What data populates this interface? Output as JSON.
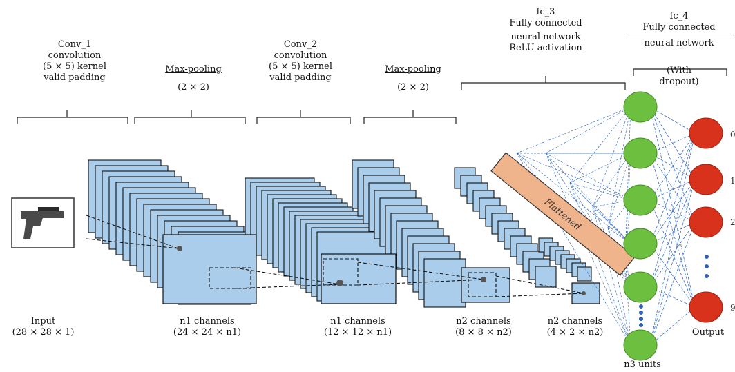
{
  "stages": {
    "conv1": {
      "title": "Conv_1",
      "line1": "convolution",
      "line2": "(5 × 5) kernel",
      "line3": "valid padding"
    },
    "pool1": {
      "title": "Max-pooling",
      "line1": "(2 × 2)"
    },
    "conv2": {
      "title": "Conv_2",
      "line1": "convolution",
      "line2": "(5 × 5) kernel",
      "line3": "valid padding"
    },
    "pool2": {
      "title": "Max-pooling",
      "line1": "(2 × 2)"
    },
    "fc3": {
      "title": "fc_3",
      "line1": "Fully connected",
      "line2": "neural network",
      "line3": "ReLU activation"
    },
    "fc4": {
      "title": "fc_4",
      "line1": "Fully connected",
      "line2": "neural network",
      "line3": "(With",
      "line4": "dropout)"
    }
  },
  "bottom_labels": {
    "input": {
      "line1": "Input",
      "line2": "(28 × 28 × 1)"
    },
    "l1": {
      "line1": "n1 channels",
      "line2": "(24 × 24 × n1)"
    },
    "l2": {
      "line1": "n1 channels",
      "line2": "(12 × 12 × n1)"
    },
    "l3": {
      "line1": "n2 channels",
      "line2": "(8 × 8 × n2)"
    },
    "l4": {
      "line1": "n2 channels",
      "line2": "(4 × 2 × n2)"
    },
    "units": "n3 units",
    "output": "Output"
  },
  "flattened": "Flattened",
  "output_marks": [
    "0",
    "1",
    "2",
    "9"
  ],
  "colors": {
    "map_fill": "#a9cdeb",
    "map_stroke": "#111111",
    "green": "#6dbf3f",
    "red": "#d8321d",
    "flatten": "#f0b48c",
    "link": "#3a6fc4",
    "dots": "#2f5fb8"
  }
}
